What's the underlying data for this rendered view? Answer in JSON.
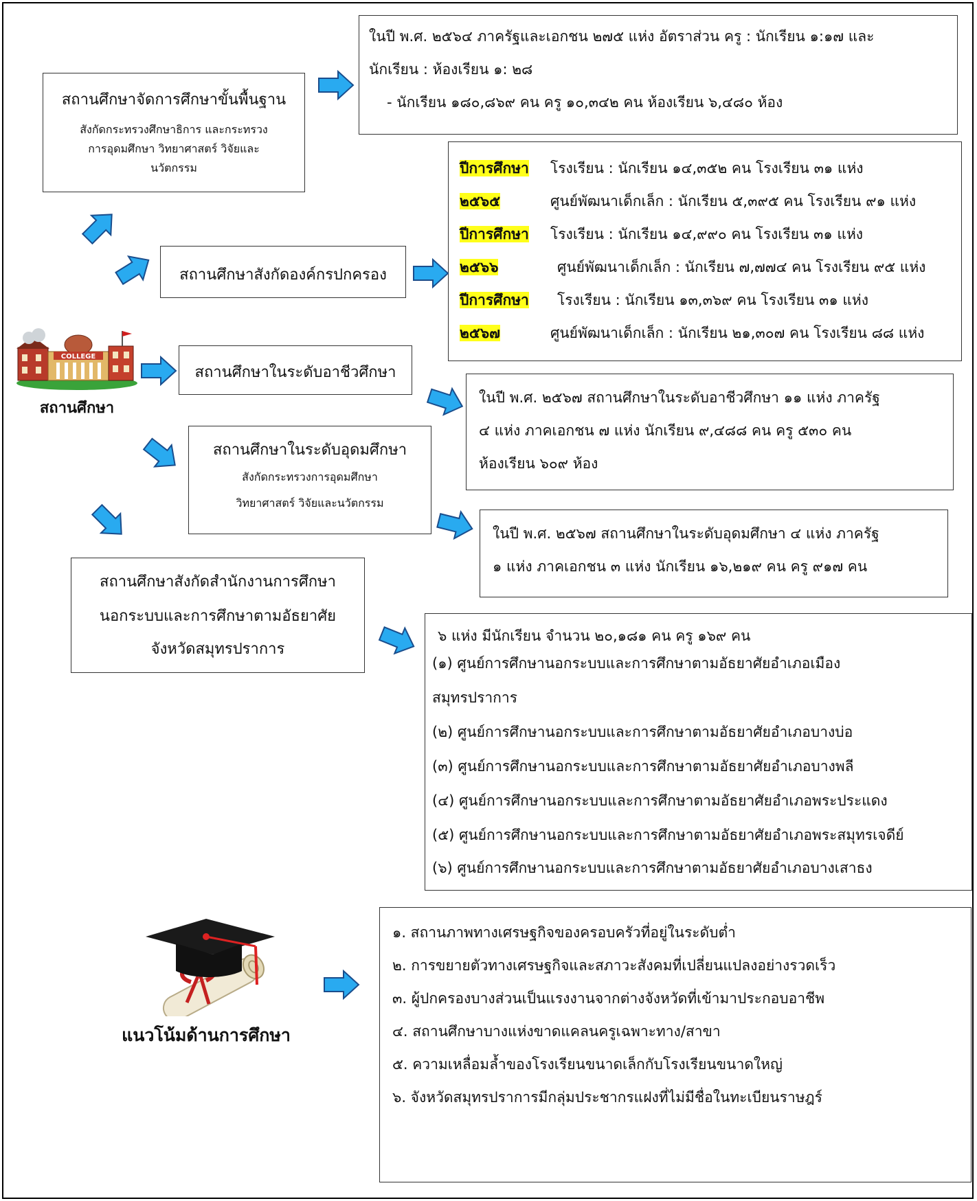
{
  "colors": {
    "arrow_fill": "#29aaf0",
    "arrow_stroke": "#1a4d8c",
    "highlight": "#ffff1a",
    "border": "#333333"
  },
  "center": {
    "label": "สถานศึกษา",
    "image": {
      "label": "COLLEGE",
      "icon": "college-building-icon"
    }
  },
  "basic_edu": {
    "title": "สถานศึกษาจัดการศึกษาขั้นพื้นฐาน",
    "sub": [
      "สังกัดกระทรวงศึกษาธิการ และกระทรวง",
      "การอุดมศึกษา วิทยาศาสตร์ วิจัยและ",
      "นวัตกรรม"
    ],
    "detail": [
      "ในปี พ.ศ. ๒๕๖๔ ภาครัฐและเอกชน  ๒๗๕ แห่ง อัตราส่วน ครู : นักเรียน ๑:๑๗ และ",
      "นักเรียน : ห้องเรียน ๑: ๒๘",
      "- นักเรียน ๑๘๐,๘๖๙ คน ครู ๑๐,๓๔๒  คน ห้องเรียน ๖,๔๘๐ ห้อง"
    ]
  },
  "local_gov": {
    "title": "สถานศึกษาสังกัดองค์กรปกครอง",
    "years": [
      {
        "label": "ปีการศึกษา",
        "year": "๒๕๖๕",
        "school": "โรงเรียน  : นักเรียน ๑๔,๓๕๒ คน โรงเรียน ๓๑ แห่ง",
        "center": "ศูนย์พัฒนาเด็กเล็ก : นักเรียน ๕,๓๙๕  คน โรงเรียน ๙๑ แห่ง"
      },
      {
        "label": "ปีการศึกษา",
        "year": "๒๕๖๖",
        "school": "โรงเรียน  : นักเรียน ๑๔,๙๙๐ คน โรงเรียน ๓๑ แห่ง",
        "center": "ศูนย์พัฒนาเด็กเล็ก : นักเรียน ๗,๗๗๔ คน โรงเรียน ๙๕ แห่ง"
      },
      {
        "label": "ปีการศึกษา",
        "year": "๒๕๖๗",
        "school": "โรงเรียน  : นักเรียน ๑๓,๓๖๙ คน โรงเรียน ๓๑ แห่ง",
        "center": "ศูนย์พัฒนาเด็กเล็ก : นักเรียน ๒๑,๓๐๗ คน โรงเรียน ๘๘ แห่ง"
      }
    ]
  },
  "vocational": {
    "title": "สถานศึกษาในระดับอาชีวศึกษา",
    "detail": [
      "ในปี พ.ศ. ๒๕๖๗ สถานศึกษาในระดับอาชีวศึกษา  ๑๑ แห่ง ภาครัฐ",
      "๔ แห่ง ภาคเอกชน ๗ แห่ง นักเรียน ๙,๔๘๘ คน ครู ๕๓๐ คน",
      "ห้องเรียน ๖๐๙ ห้อง"
    ]
  },
  "higher": {
    "title": "สถานศึกษาในระดับอุดมศึกษา",
    "sub": [
      "สังกัดกระทรวงการอุดมศึกษา",
      "วิทยาศาสตร์ วิจัยและนวัตกรรม"
    ],
    "detail": [
      "ในปี พ.ศ. ๒๕๖๗ สถานศึกษาในระดับอุดมศึกษา ๔ แห่ง ภาครัฐ",
      "๑ แห่ง ภาคเอกชน ๓ แห่ง นักเรียน ๑๖,๒๑๙ คน ครู ๙๑๗ คน"
    ]
  },
  "nonformal": {
    "title": [
      "สถานศึกษาสังกัดสำนักงานการศึกษา",
      "นอกระบบและการศึกษาตามอัธยาศัย",
      "จังหวัดสมุทรปราการ"
    ],
    "detail": [
      "๖ แห่ง  มีนักเรียน จำนวน ๒๐,๑๘๑ คน ครู ๑๖๙ คน",
      "(๑) ศูนย์การศึกษานอกระบบและการศึกษาตามอัธยาศัยอำเภอเมือง",
      "สมุทรปราการ",
      "(๒) ศูนย์การศึกษานอกระบบและการศึกษาตามอัธยาศัยอำเภอบางบ่อ",
      "(๓) ศูนย์การศึกษานอกระบบและการศึกษาตามอัธยาศัยอำเภอบางพลี",
      "(๔) ศูนย์การศึกษานอกระบบและการศึกษาตามอัธยาศัยอำเภอพระประแดง",
      "(๕) ศูนย์การศึกษานอกระบบและการศึกษาตามอัธยาศัยอำเภอพระสมุทรเจดีย์",
      "(๖) ศูนย์การศึกษานอกระบบและการศึกษาตามอัธยาศัยอำเภอบางเสาธง"
    ]
  },
  "trends": {
    "label": "แนวโน้มด้านการศึกษา",
    "icon": "graduation-cap-diploma-icon",
    "items": [
      "๑.  สถานภาพทางเศรษฐกิจของครอบครัวที่อยู่ในระดับต่ำ",
      "๒.  การขยายตัวทางเศรษฐกิจและสภาวะสังคมที่เปลี่ยนแปลงอย่างรวดเร็ว",
      "๓.  ผู้ปกครองบางส่วนเป็นแรงงานจากต่างจังหวัดที่เข้ามาประกอบอาชีพ",
      "๔.  สถานศึกษาบางแห่งขาดแคลนครูเฉพาะทาง/สาขา",
      "๕.  ความเหลื่อมล้ำของโรงเรียนขนาดเล็กกับโรงเรียนขนาดใหญ่",
      "๖.  จังหวัดสมุทรปราการมีกลุ่มประชากรแฝงที่ไม่มีชื่อในทะเบียนราษฎร์"
    ]
  }
}
